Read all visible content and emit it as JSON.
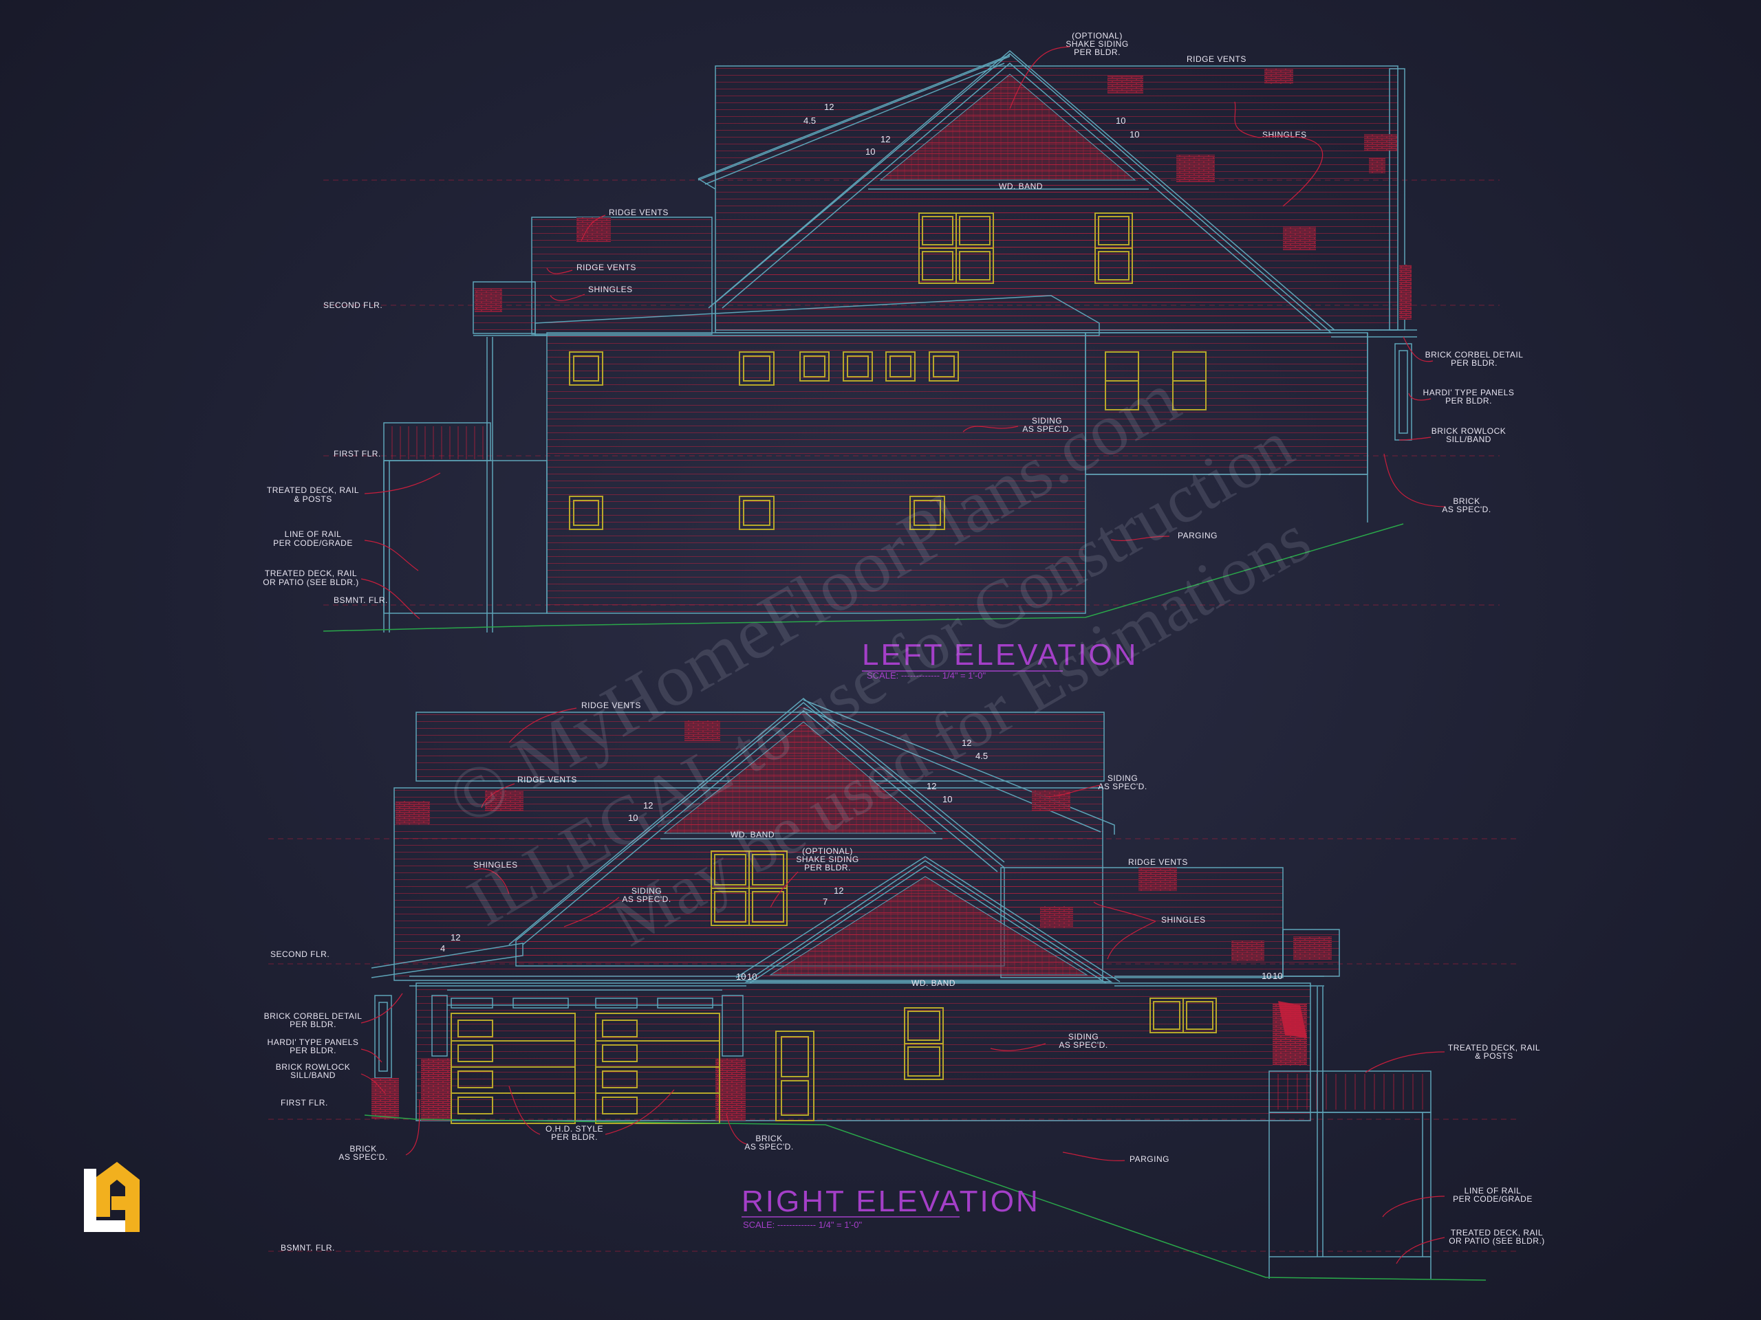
{
  "colors": {
    "background": "#1f2134",
    "outline": "#5ea4b8",
    "siding": "#c81e3c",
    "window": "#b8a82a",
    "label": "#e9e6f2",
    "title": "#a43fc8",
    "ground": "#2aa84a",
    "logo": "#f2b01e"
  },
  "watermark": {
    "line1": "© MyHomeFloorPlans.com",
    "line2": "ILLEGAL to use for Construction",
    "line3": "May be used for Estimations"
  },
  "left_elevation": {
    "title": "LEFT ELEVATION",
    "scale": "SCALE:  ------------- 1/4\" = 1'-0\"",
    "labels": {
      "optional_shake": [
        "(OPTIONAL)",
        "SHAKE SIDING",
        "PER BLDR."
      ],
      "ridge_vents_top": "RIDGE VENTS",
      "shingles_right": "SHINGLES",
      "ridge_vents_mid": "RIDGE VENTS",
      "ridge_vents_low": "RIDGE VENTS",
      "shingles_left": "SHINGLES",
      "wd_band": "WD. BAND",
      "second_flr": "SECOND FLR.",
      "first_flr": "FIRST FLR.",
      "bsmnt_flr": "BSMNT. FLR.",
      "treated_deck": [
        "TREATED DECK, RAIL",
        "& POSTS"
      ],
      "line_of_rail": [
        "LINE OF RAIL",
        "PER CODE/GRADE"
      ],
      "treated_patio": [
        "TREATED DECK, RAIL",
        "OR PATIO (SEE BLDR.)"
      ],
      "siding": [
        "SIDING",
        "AS SPEC'D."
      ],
      "parging": "PARGING",
      "brick_corbel": [
        "BRICK CORBEL DETAIL",
        "PER BLDR."
      ],
      "hardi_panels": [
        "HARDI' TYPE PANELS",
        "PER BLDR."
      ],
      "brick_rowlock": [
        "BRICK ROWLOCK",
        "SILL/BAND"
      ],
      "brick": [
        "BRICK",
        "AS SPEC'D."
      ]
    },
    "pitches": [
      "12",
      "4.5",
      "12",
      "10",
      "10",
      "10"
    ]
  },
  "right_elevation": {
    "title": "RIGHT ELEVATION",
    "scale": "SCALE:  ------------- 1/4\" = 1'-0\"",
    "labels": {
      "ridge_vents_top": "RIDGE VENTS",
      "ridge_vents_mid": "RIDGE VENTS",
      "ridge_vents_right": "RIDGE VENTS",
      "siding_top": [
        "SIDING",
        "AS SPEC'D."
      ],
      "wd_band_top": "WD. BAND",
      "optional_shake": [
        "(OPTIONAL)",
        "SHAKE SIDING",
        "PER BLDR."
      ],
      "shingles_left": "SHINGLES",
      "siding_mid": [
        "SIDING",
        "AS SPEC'D."
      ],
      "shingles_right": "SHINGLES",
      "wd_band_low": "WD. BAND",
      "second_flr": "SECOND FLR.",
      "first_flr": "FIRST FLR.",
      "bsmnt_flr": "BSMNT. FLR.",
      "brick_corbel": [
        "BRICK CORBEL DETAIL",
        "PER BLDR."
      ],
      "hardi_panels": [
        "HARDI' TYPE PANELS",
        "PER BLDR."
      ],
      "brick_rowlock": [
        "BRICK ROWLOCK",
        "SILL/BAND"
      ],
      "brick_left": [
        "BRICK",
        "AS SPEC'D."
      ],
      "ohd_style": [
        "O.H.D. STYLE",
        "PER BLDR."
      ],
      "brick_mid": [
        "BRICK",
        "AS SPEC'D."
      ],
      "siding_low": [
        "SIDING",
        "AS SPEC'D."
      ],
      "parging": "PARGING",
      "treated_deck": [
        "TREATED DECK, RAIL",
        "& POSTS"
      ],
      "line_of_rail": [
        "LINE OF RAIL",
        "PER CODE/GRADE"
      ],
      "treated_patio": [
        "TREATED DECK, RAIL",
        "OR PATIO (SEE BLDR.)"
      ]
    },
    "pitches": [
      "12",
      "4.5",
      "12",
      "10",
      "12",
      "10",
      "12",
      "4",
      "12",
      "7",
      "10",
      "10",
      "10",
      "10"
    ]
  }
}
